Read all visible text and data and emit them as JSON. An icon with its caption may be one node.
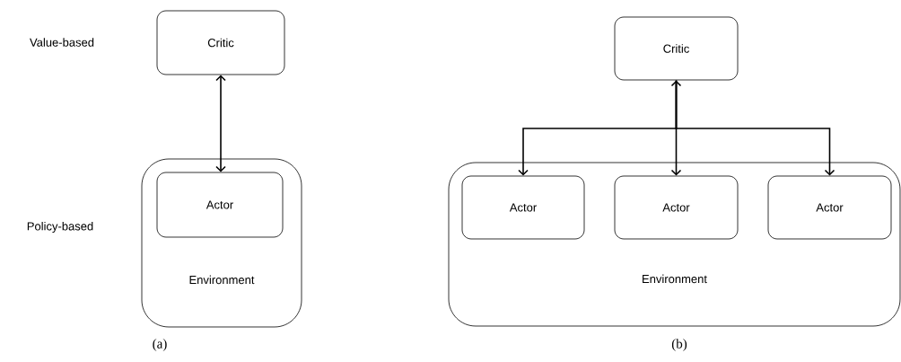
{
  "diagram": {
    "nodes": [
      {
        "text": [
          "Critic"
        ]
      },
      {
        "text": [
          "Environment"
        ]
      },
      {
        "text": [
          "Actor"
        ],
        "in": 1
      },
      {
        "text": [
          "Critic"
        ]
      },
      {
        "text": [
          "Environment"
        ]
      },
      {
        "text": [
          "Actor"
        ],
        "in": 4
      },
      {
        "text": [
          "Actor"
        ],
        "in": 4
      },
      {
        "text": [
          "Actor"
        ],
        "in": 4
      }
    ],
    "edges": [
      {
        "from": 0,
        "to": 2,
        "arrow": "both"
      },
      {
        "from": 3,
        "to": 5,
        "arrow": "to"
      },
      {
        "from": 3,
        "to": 6,
        "arrow": "both"
      },
      {
        "from": 3,
        "to": 7,
        "arrow": "to"
      }
    ],
    "labels": [
      "Value-based",
      "Policy-based",
      "(a)",
      "(b)"
    ]
  }
}
